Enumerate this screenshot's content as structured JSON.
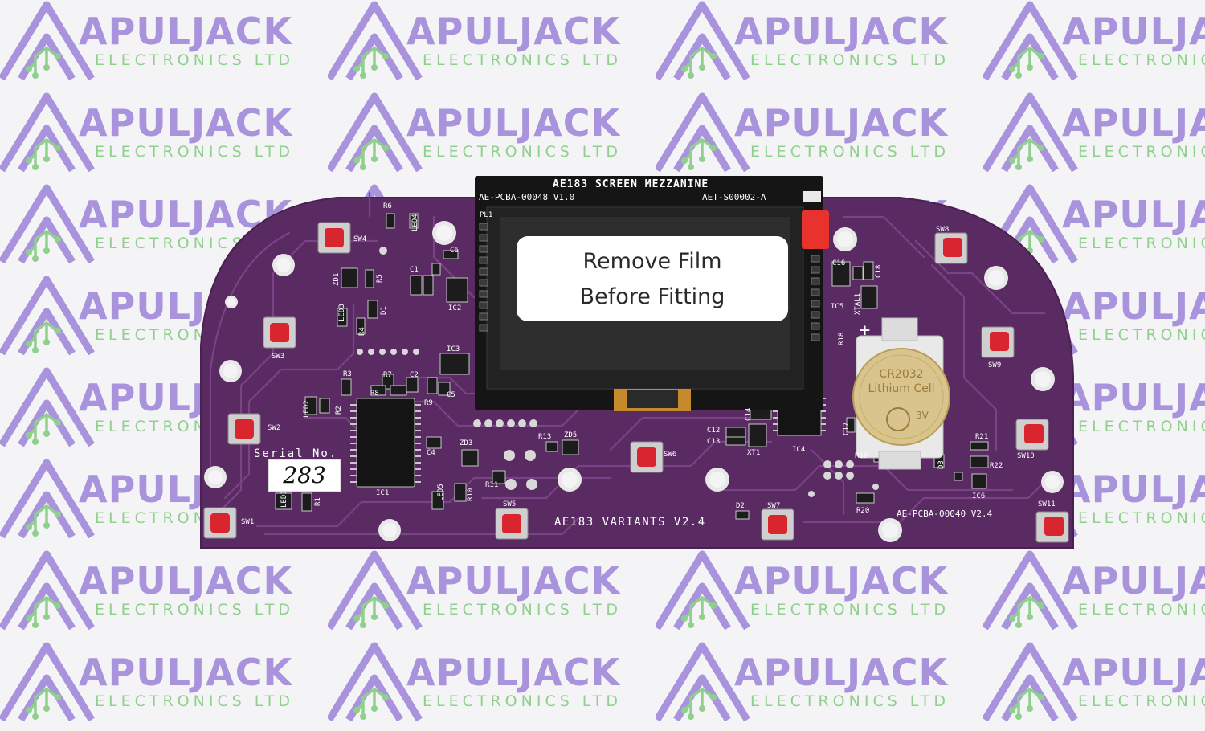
{
  "watermark": {
    "brand": "APULJACK",
    "subtitle": "ELECTRONICS LTD",
    "icon": "apuljack-a-circuit-logo",
    "colors": {
      "brand": "#a893dc",
      "subtitle": "#8fd08c",
      "logo_outline": "#a893dc",
      "logo_circuit": "#8fd08c"
    }
  },
  "board": {
    "color": "#5a2a63",
    "trace_color": "#7a4385",
    "main_label": "AE183 VARIANTS V2.4",
    "part_number": "AE-PCBA-00040 V2.4",
    "serial_label": "Serial No.",
    "serial_value": "283"
  },
  "mezzanine": {
    "title": "AE183 SCREEN MEZZANINE",
    "part_number": "AE-PCBA-00048 V1.0",
    "asset_tag": "AET-S00002-A",
    "connector_label": "PL1",
    "film_line1": "Remove Film",
    "film_line2": "Before Fitting",
    "colors": {
      "pcb": "#151515",
      "screen": "#222222",
      "tab": "#e8322d"
    }
  },
  "coin_cell": {
    "line1": "CR2032",
    "line2": "Lithium Cell",
    "voltage": "3V",
    "polarity": "+",
    "color": "#d8c48c"
  },
  "switches": [
    "SW1",
    "SW2",
    "SW3",
    "SW4",
    "SW5",
    "SW6",
    "SW7",
    "SW8",
    "SW9",
    "SW10",
    "SW11"
  ],
  "designators": [
    "R6",
    "LED4",
    "C1",
    "C6",
    "ZD1",
    "R5",
    "LED3",
    "R4",
    "D1",
    "IC2",
    "IC3",
    "R3",
    "R7",
    "C2",
    "C5",
    "R8",
    "R9",
    "LED2",
    "R2",
    "C4",
    "ZD3",
    "R13",
    "ZD5",
    "R11",
    "LED5",
    "R10",
    "LED1",
    "R1",
    "IC1",
    "C16",
    "C18",
    "IC5",
    "XTAL1",
    "R18",
    "C14",
    "C12",
    "C13",
    "XT1",
    "IC4",
    "C17",
    "R19",
    "D3",
    "R21",
    "R22",
    "IC6",
    "R20",
    "D2"
  ],
  "colors": {
    "background": "#f4f4f6",
    "button_cap": "#d9262e",
    "silkscreen": "#ffffff"
  }
}
